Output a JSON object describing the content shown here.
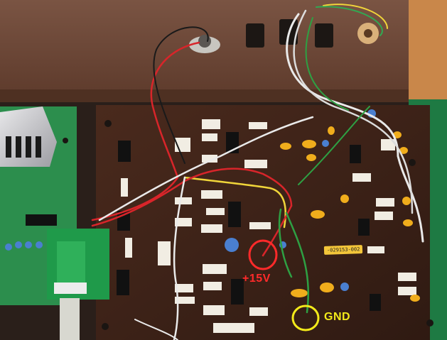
{
  "annotations": {
    "plus15v": "+15V",
    "gnd": "GND"
  },
  "board": {
    "part_number": "-029153-002"
  },
  "colors": {
    "board": "#3d2317",
    "chassis": "#6f4b3a",
    "green_pcb": "#1f8a44",
    "highlight_red": "#ff2a2a",
    "highlight_yellow": "#f3ea1a"
  }
}
